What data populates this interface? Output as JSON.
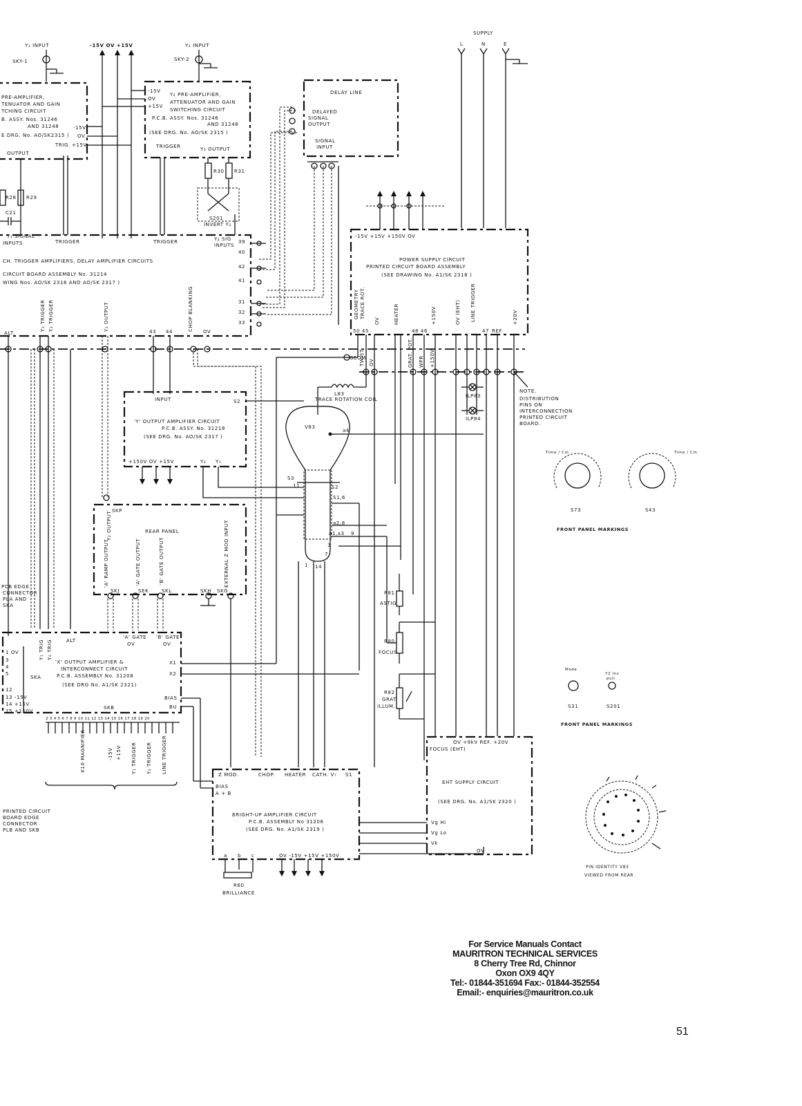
{
  "inputs": {
    "y1_input": "Y₁ INPUT",
    "sky1": "SKY-1",
    "y2_input": "Y₂ INPUT",
    "sky2": "SKY-2",
    "rails": "-15V  OV  +15V",
    "supply": "SUPPLY",
    "l": "L",
    "n": "N",
    "e": "E"
  },
  "y1_preamp": {
    "l1": "PRE-AMPLIFIER,",
    "l2": "TENUATOR AND GAIN",
    "l3": "TCHING CIRCUIT",
    "l4": "B. ASSY. Nos. 31246",
    "l5": "AND 31248",
    "l6": "E DRG. No. AO/SK2315 )",
    "m15": "-15V",
    "ov": "OV",
    "trig": "TRIG.",
    "p15": "+15V",
    "out": "OUTPUT"
  },
  "y2_preamp": {
    "m15": "-15V",
    "ov": "OV",
    "p15": "+15V",
    "l1": "Y₂ PRE-AMPLIFIER,",
    "l2": "ATTENUATOR AND GAIN",
    "l3": "SWITCHING CIRCUIT",
    "l4": "P.C.B. ASSY. Nos. 31246",
    "l5": "AND 31248",
    "l6": "(SEE DRG. No. AO/SK 2315 )",
    "trigger": "TRIGGER",
    "out": "Y₂ OUTPUT"
  },
  "delay_line": {
    "title": "DELAY LINE",
    "l1": "DELAYED",
    "l2": "SIGNAL",
    "l3": "OUTPUT",
    "in1": "SIGNAL",
    "in2": "INPUT"
  },
  "invert": {
    "r30": "R30",
    "r31": "R31",
    "s201": "S201",
    "label": "INVERT Y₂"
  },
  "components": {
    "r28": "R28",
    "r29": "R29",
    "c21": "C21"
  },
  "trig_amp": {
    "sig": "Y₁ SIGNAL",
    "inputs": "INPUTS",
    "trigger1": "TRIGGER",
    "trigger2": "TRIGGER",
    "y2sig": "Y₂ SIG",
    "y2inputs": "INPUTS",
    "l1": "CH.  TRIGGER AMPLIFIERS,  DELAY AMPLIFIER CIRCUITS",
    "l2": "CIRCUIT BOARD ASSEMBLY  No. 31214",
    "l3": "WING  Nos. AO/SK 2316      AND AO/SK 2317     )",
    "pins": [
      "39",
      "40",
      "42",
      "41",
      "31",
      "32",
      "33"
    ],
    "bottom": [
      "ALT.",
      "Y₁ TRIGGER",
      "Y₂ TRIGGER",
      "Y₂ OUTPUT",
      "43",
      "44",
      "CHOP BLANKING",
      "OV"
    ]
  },
  "power_supply": {
    "top": "-15V  +15V  +150V  OV",
    "l1": "POWER SUPPLY CIRCUIT",
    "l2": "PRINTED CIRCUIT BOARD ASSEMBLY",
    "l3": "(SEE DRAWING No. A1/SK 2318 )",
    "vlabels": [
      "GEOMETRY",
      "TRACE ROT.",
      "OV",
      "HEATER",
      "+150V",
      "OV (EHT)",
      "LINE TRIGGER",
      "+20V"
    ],
    "pins": "50 45",
    "pins2": "48 46",
    "pin47": "47",
    "ref": "REF."
  },
  "distribution": {
    "geom": "GEOM",
    "twist": "TWIST",
    "ov": "OV",
    "grat": "GRAT. POT.",
    "wpr": "WPR",
    "p150": "+150V",
    "l83": "L83",
    "coil": "TRACE ROTATION COIL",
    "ilp83": "ILP83",
    "ilp84": "ILP84",
    "note": [
      "NOTE.",
      "DISTRIBUTION",
      "PINS ON",
      "INTERCONNECTION",
      "PRINTED CIRCUIT",
      "BOARD."
    ]
  },
  "y_output": {
    "input": "INPUT",
    "s2": "S2",
    "l1": "'Y' OUTPUT AMPLIFIER CIRCUIT",
    "l2": "P.C.B. ASSY. No. 31218",
    "l3": "(SEE DRG. No. AO/SK 2317 )",
    "bottom": "+150V  OV  +15V",
    "y2": "Y₂",
    "y1": "Y₁"
  },
  "crt": {
    "v83": "V83",
    "a4": "a4",
    "s3": "S3",
    "s2": "S2",
    "p11": "11",
    "s1": "S1,6",
    "a2": "a2,8",
    "a1": "a1,a3",
    "p9": "9",
    "p3": "3",
    "p7": "7",
    "p14": "14",
    "p1": "1"
  },
  "rear_panel": {
    "skp": "SKP",
    "y2out": "Y₂ OUTPUT",
    "title": "REAR PANEL",
    "ramp": "'A' RAMP OUTPUT",
    "agate": "'A' GATE OUTPUT",
    "bgate": "'B' GATE OUTPUT",
    "ext": "EXTERNAL Z MOD INPUT",
    "skj": "SKJ",
    "sek": "SEK",
    "skl": "SKL",
    "skh": "SKH",
    "skg": "SKG"
  },
  "edge_left": {
    "l1": "PCB EDGE",
    "l2": "CONNECTOR",
    "l3": "PLA AND",
    "l4": "SKA"
  },
  "x_output": {
    "y1trig": "Y₁ TRIG",
    "y2trig": "Y₂ TRIG",
    "alt": "ALT",
    "agate": "'A' GATE",
    "bgate": "'B' GATE",
    "ov1": "OV",
    "ov2": "OV",
    "l1": "'X' OUTPUT AMPLIFIER &",
    "l2": "INTERCONNECT CIRCUIT",
    "l3": "P.C.B. ASSEMBLY No. 31208",
    "l4": "(SEE DRG No. A1/SK 2321)",
    "x1": "X1",
    "x2": "X2",
    "bias": "BIAS",
    "bu": "BU",
    "ska": "SKA",
    "skb": "SKB",
    "pins": [
      "1 OV",
      "3",
      "4",
      "5",
      "12",
      "13 -15V",
      "14 +15V",
      "15 +150V"
    ],
    "skb_pins": "2 3 4 5 6 7 8 9 10 11 12 13 14 15 16 17 18 19 20",
    "vlabels": [
      "X10 MAGNIFIER",
      "-15V",
      "+15V",
      "Y₁ TRIGGER",
      "Y₂ TRIGGER",
      "LINE TRIGGER"
    ]
  },
  "edge_bottom": {
    "l1": "PRINTED CIRCUIT",
    "l2": "BOARD EDGE",
    "l3": "CONNECTOR",
    "l4": "PLB AND SKB"
  },
  "pots": {
    "r81": "R81",
    "astig": "ASTIG",
    "r80": "R80",
    "focus": "FOCUS",
    "r82": "R82",
    "grat": "GRAT.",
    "illum": "ILLUM."
  },
  "bright_up": {
    "zmod": "Z MOD.",
    "chop": "CHOP.",
    "heater": "HEATER",
    "cath": "CATH. V₇",
    "s1": "S1",
    "bias": "BIAS",
    "ab": "A + B",
    "l1": "BRIGHT-UP AMPLIFIER CIRCUIT",
    "l2": "P.C.B. ASSEMBLY No 31206",
    "l3": "(SEE DRG. No. A1/SK 2319 )",
    "a": "a",
    "b": "b",
    "c": "c",
    "bottom": "OV  -15V  +15V  +150V",
    "r60": "R60",
    "brilliance": "BRILLIANCE"
  },
  "eht": {
    "top": "OV   +9kV  REF.  +20V",
    "focus": "FOCUS (EHT)",
    "title": "EHT SUPPLY CIRCUIT",
    "drg": "(SEE DRG. No. A1/SK 2320 )",
    "vghi": "Vg Hi",
    "vglo": "Vg Lo",
    "vk": "Vk",
    "ov": "OV"
  },
  "front_panel": {
    "timecm": "Time / Cm",
    "s73": "S73",
    "s43": "S43",
    "label1": "FRONT PANEL MARKINGS",
    "mode": "Mode",
    "s31": "S31",
    "s201": "S201",
    "y2inv": "Y2 Inv",
    "pull": "pull",
    "label2": "FRONT PANEL MARKINGS"
  },
  "pin_identity": {
    "l1": "PIN IDENTITY V83",
    "l2": "VIEWED FROM REAR"
  },
  "contact": {
    "line1": "For Service Manuals Contact",
    "line2": "MAURITRON TECHNICAL SERVICES",
    "line3": "8 Cherry Tree Rd, Chinnor",
    "line4": "Oxon OX9 4QY",
    "line5": "Tel:- 01844-351694 Fax:- 01844-352554",
    "line6": "Email:- enquiries@mauritron.co.uk"
  },
  "page_number": "51"
}
